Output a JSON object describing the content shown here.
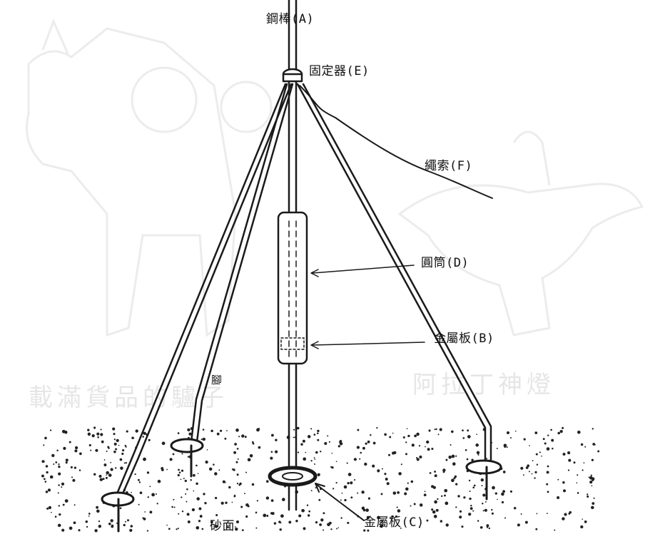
{
  "labels": {
    "rod_a": "鋼棒(A)",
    "fixer_e": "固定器(E)",
    "rope_f": "繩索(F)",
    "cylinder_d": "圓筒(D)",
    "plate_b": "金屬板(B)",
    "leg": "腳",
    "ground": "砂面",
    "plate_c": "金屬板(C)"
  },
  "watermarks": {
    "left": "載滿貨品的驢子",
    "right": "阿拉丁神燈"
  },
  "colors": {
    "ink": "#1a1a1a",
    "watermark": "#e6e6e6",
    "sand": "#222222"
  }
}
